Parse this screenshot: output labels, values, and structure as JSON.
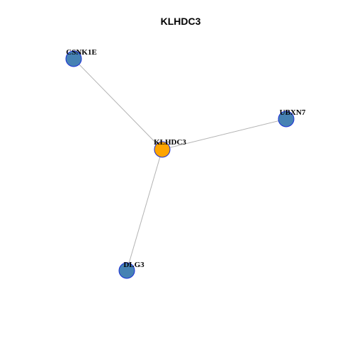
{
  "title": "KLHDC3",
  "colors": {
    "center_node": "#FFA500",
    "neighbor_node": "#4682B4",
    "node_border": "#1A2FD6",
    "edge": "#B3B3B3"
  },
  "nodes": [
    {
      "id": "klhdc3",
      "label": "KLHDC3",
      "role": "center"
    },
    {
      "id": "csnk1e",
      "label": "CSNK1E",
      "role": "neighbor"
    },
    {
      "id": "ubxn7",
      "label": "UBXN7",
      "role": "neighbor"
    },
    {
      "id": "dlg3",
      "label": "DLG3",
      "role": "neighbor"
    }
  ],
  "edges": [
    {
      "source": "klhdc3",
      "target": "csnk1e"
    },
    {
      "source": "klhdc3",
      "target": "ubxn7"
    },
    {
      "source": "klhdc3",
      "target": "dlg3"
    }
  ]
}
